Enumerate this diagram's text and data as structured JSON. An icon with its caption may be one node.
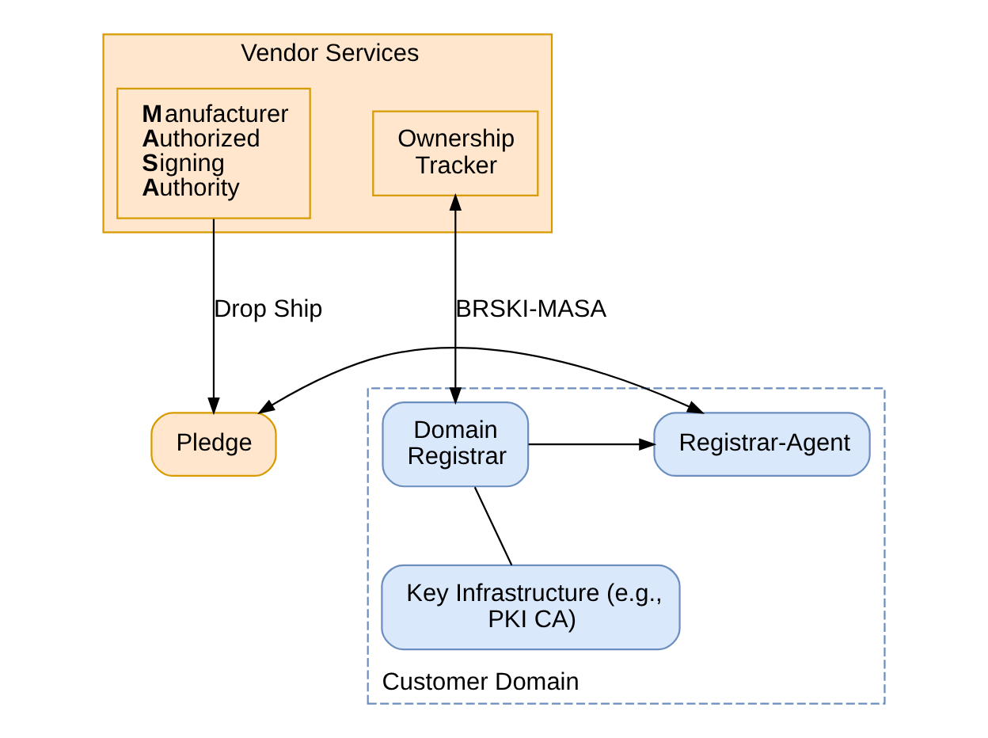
{
  "diagram": {
    "nodes": [
      {
        "text": [
          "Vendor Services"
        ]
      },
      {
        "text": [
          "**M**anufacturer **A**uthorized **S**igning **A**uthority"
        ],
        "in": 0
      },
      {
        "text": [
          "Ownership Tracker"
        ],
        "in": 0
      },
      {
        "text": [
          "Pledge"
        ]
      },
      {
        "text": [
          "Customer Domain"
        ]
      },
      {
        "text": [
          "Registrar-Agent"
        ],
        "in": 4
      },
      {
        "text": [
          "Domain Registrar"
        ],
        "in": 4
      },
      {
        "text": [
          "Key Infrastructure (e.g., PKI CA)"
        ],
        "in": 4
      }
    ],
    "edges": [
      {
        "from": 1,
        "to": 3,
        "arrow": "to",
        "label": "Drop Ship"
      },
      {
        "from": 2,
        "to": 6,
        "arrow": "both",
        "label": "BRSKI-MASA"
      },
      {
        "from": 3,
        "to": 5,
        "arrow": "both"
      },
      {
        "from": 6,
        "to": 5,
        "arrow": "to"
      },
      {
        "from": 6,
        "to": 7,
        "arrow": "none"
      }
    ]
  }
}
